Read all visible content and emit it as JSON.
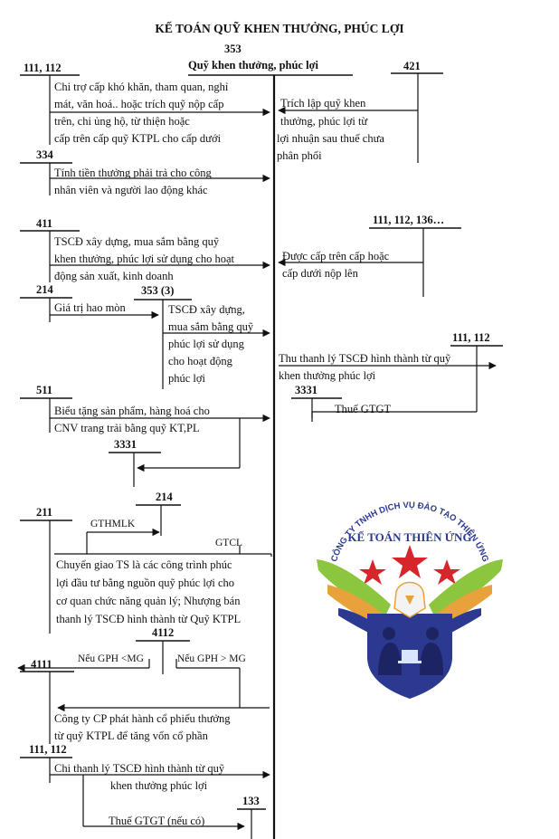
{
  "title": "KẾ TOÁN QUỸ KHEN THƯỞNG, PHÚC LỢI",
  "main_account": {
    "code": "353",
    "name": "Quỹ khen thưởng, phúc lợi"
  },
  "accounts": {
    "a111_112_top": "111, 112",
    "a421": "421",
    "a334": "334",
    "a411": "411",
    "a111_112_136": "111, 112, 136…",
    "a214": "214",
    "a353_3": "353 (3)",
    "a111_112_mid": "111, 112",
    "a511": "511",
    "a3331_right": "3331",
    "a3331_left": "3331",
    "a214_b": "214",
    "a211": "211",
    "a4112": "4112",
    "a4111": "4111",
    "a111_112_bottom": "111, 112",
    "a133": "133"
  },
  "texts": {
    "chi_tro_1": "Chi trợ cấp khó khăn, tham quan, nghỉ",
    "chi_tro_2": "mát, văn hoá.. hoặc trích quỹ nộp cấp",
    "chi_tro_3": "trên, chi ủng hộ, từ thiện hoặc",
    "chi_tro_4": "cấp trên cấp quỹ KTPL cho cấp dưới",
    "trich_lap_1": "Trích lập quỹ khen",
    "trich_lap_2": "thưởng, phúc lợi từ",
    "trich_lap_3": "lợi nhuận sau thuế chưa",
    "trich_lap_4": "phân phối",
    "tien_thuong_1": "Tính tiền thưởng phải trả cho công",
    "tien_thuong_2": "nhân viên và người lao động khác",
    "tscd_kt_1": "TSCĐ xây dựng, mua sắm bằng quỹ",
    "tscd_kt_2": "khen thưởng, phúc lợi sử dụng cho hoạt",
    "tscd_kt_3": "động sản xuất, kinh doanh",
    "duoc_cap_1": "Được cấp trên cấp hoặc",
    "duoc_cap_2": "cấp dưới nộp lên",
    "gia_tri_hao_mon": "Giá trị hao mòn",
    "tscd_pl_1": "TSCĐ xây dựng,",
    "tscd_pl_2": "mua sắm bằng quỹ",
    "tscd_pl_3": "phúc lợi sử dụng",
    "tscd_pl_4": "cho hoạt động",
    "tscd_pl_5": "phúc lợi",
    "thu_tl_1": "Thu thanh lý TSCĐ hình thành từ quỹ",
    "thu_tl_2": "khen thưởng phúc lợi",
    "thue_gtgt": "Thuế GTGT",
    "bieu_tang_1": "Biểu tặng sản phẩm, hàng hoá cho",
    "bieu_tang_2": "CNV trang trải bằng quỹ KT,PL",
    "gthmlk": "GTHMLK",
    "gtcl": "GTCL",
    "chuyen_giao_1": "Chuyển giao TS là các công trình phúc",
    "chuyen_giao_2": "lợi đầu tư bằng nguồn quỹ phúc lợi cho",
    "chuyen_giao_3": "cơ quan chức năng quản lý; Nhượng bán",
    "chuyen_giao_4": "thanh lý TSCĐ hình thành từ Quỹ KTPL",
    "neu_gph_lt": "Nếu GPH <MG",
    "neu_gph_gt": "Nếu GPH > MG",
    "cong_ty_cp_1": "Công ty CP phát hành cổ phiếu thưởng",
    "cong_ty_cp_2": "từ quỹ KTPL để tăng vốn cổ phần",
    "chi_tl_1": "Chi thanh lý TSCĐ hình thành từ quỹ",
    "chi_tl_2": "khen thưởng phúc lợi",
    "thue_gtgt_neu_co": "Thuế GTGT (nếu có)"
  },
  "logo": {
    "arc_text": "CÔNG TY TNHH DỊCH VỤ ĐÀO TẠO THIÊN ỨNG",
    "brand": "KẾ TOÁN THIÊN ỨNG",
    "colors": {
      "blue": "#2b3990",
      "red": "#d7262b",
      "green": "#8cc63f",
      "gold": "#e9a23b"
    }
  }
}
